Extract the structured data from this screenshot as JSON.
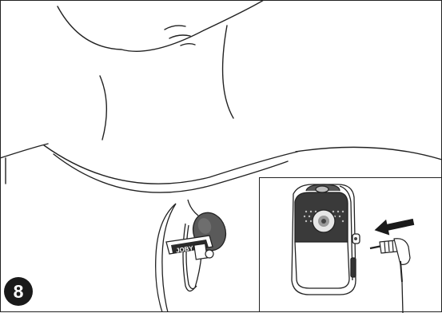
{
  "step": {
    "number": "8"
  },
  "clip": {
    "brand_text": "JOBY"
  },
  "colors": {
    "ink": "#1a1a1a",
    "outline": "#222222",
    "background": "#ffffff",
    "foam": "#555555",
    "device_dark": "#3a3a3a"
  },
  "icons": {
    "badge": "numbered-circle",
    "arrow": "insertion-arrow-left"
  }
}
